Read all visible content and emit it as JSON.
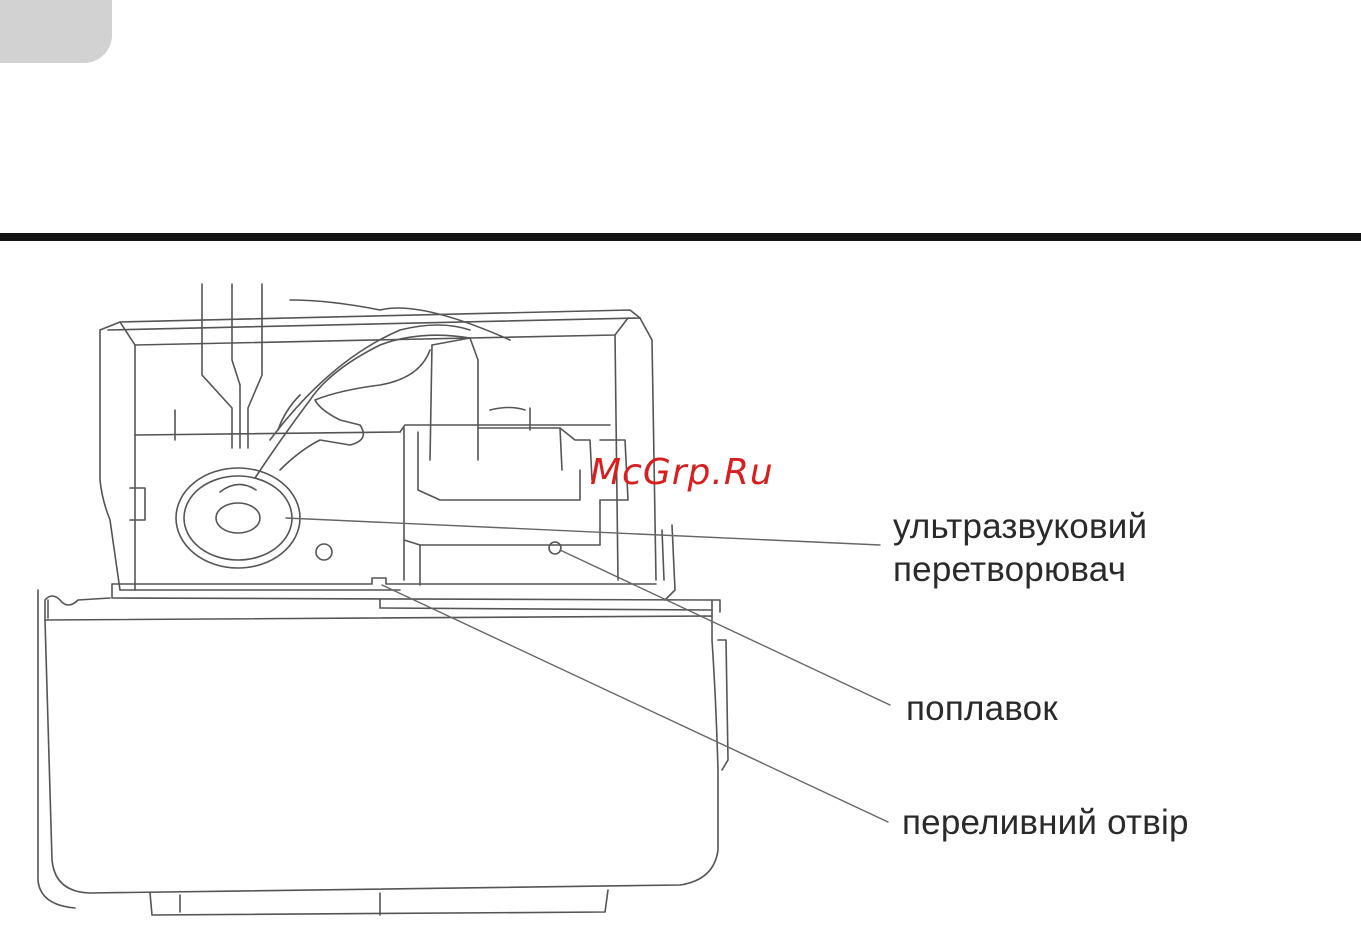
{
  "labels": {
    "transducer_line1": "ультразвуковий",
    "transducer_line2": "перетворювач",
    "float": "поплавок",
    "overflow_hole": "переливний отвір"
  },
  "watermark": "McGrp.Ru",
  "colors": {
    "rule": "#141414",
    "line_art": "#555555",
    "watermark": "#d81e1e",
    "tab": "#d2d2d2"
  }
}
